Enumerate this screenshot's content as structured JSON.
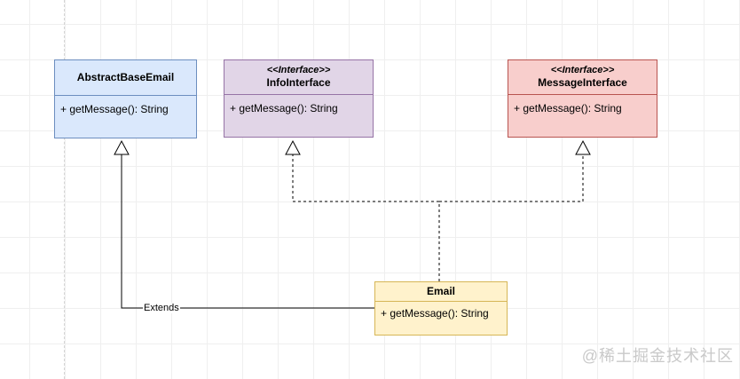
{
  "diagram": {
    "type": "uml-class-diagram",
    "classes": [
      {
        "id": "abstract-base-email",
        "stereotype": "",
        "name": "AbstractBaseEmail",
        "members": [
          "+ getMessage(): String"
        ],
        "fill": "#dae8fc",
        "border": "#6c8ebf"
      },
      {
        "id": "info-interface",
        "stereotype": "<<Interface>>",
        "name": "InfoInterface",
        "members": [
          "+ getMessage(): String"
        ],
        "fill": "#e1d5e7",
        "border": "#9673a6"
      },
      {
        "id": "message-interface",
        "stereotype": "<<Interface>>",
        "name": "MessageInterface",
        "members": [
          "+ getMessage(): String"
        ],
        "fill": "#f8cecc",
        "border": "#b85450"
      },
      {
        "id": "email",
        "stereotype": "",
        "name": "Email",
        "members": [
          "+ getMessage(): String"
        ],
        "fill": "#fff2cc",
        "border": "#d6b656"
      }
    ],
    "relations": [
      {
        "type": "generalization",
        "from": "Email",
        "to": "AbstractBaseEmail",
        "line": "solid",
        "label": "Extends"
      },
      {
        "type": "realization",
        "from": "Email",
        "to": "InfoInterface",
        "line": "dashed",
        "label": ""
      },
      {
        "type": "realization",
        "from": "Email",
        "to": "MessageInterface",
        "line": "dashed",
        "label": ""
      }
    ]
  },
  "watermark": {
    "text": "@稀土掘金技术社区"
  }
}
